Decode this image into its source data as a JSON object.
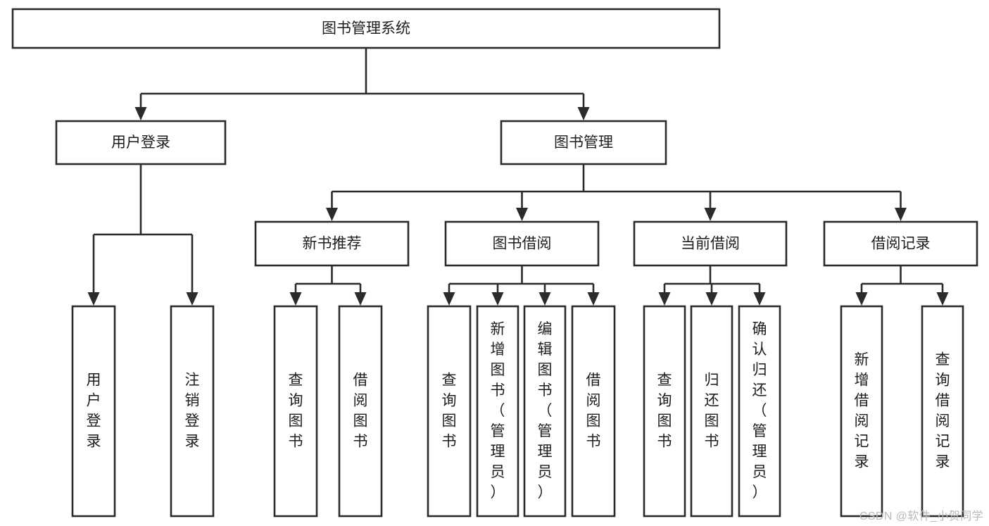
{
  "diagram": {
    "title": "图书管理系统",
    "type": "tree",
    "watermark": "CSDN @软件_小贺同学",
    "colors": {
      "stroke": "#2b2b2b",
      "box_fill": "#ffffff",
      "text": "#1d1d1d",
      "background": "#ffffff",
      "watermark": "#b9b9b9"
    },
    "nodes": {
      "root": {
        "label": "图书管理系统",
        "level": 0,
        "orientation": "horizontal"
      },
      "l1": [
        {
          "id": "user-login",
          "label": "用户登录",
          "level": 1,
          "orientation": "horizontal"
        },
        {
          "id": "book-manage",
          "label": "图书管理",
          "level": 1,
          "orientation": "horizontal"
        }
      ],
      "l2": [
        {
          "id": "new-book-recommend",
          "label": "新书推荐",
          "level": 2,
          "orientation": "horizontal",
          "parent": "book-manage"
        },
        {
          "id": "book-borrow",
          "label": "图书借阅",
          "level": 2,
          "orientation": "horizontal",
          "parent": "book-manage"
        },
        {
          "id": "current-borrow",
          "label": "当前借阅",
          "level": 2,
          "orientation": "horizontal",
          "parent": "book-manage"
        },
        {
          "id": "borrow-record",
          "label": "借阅记录",
          "level": 2,
          "orientation": "horizontal",
          "parent": "book-manage"
        }
      ],
      "leaves": [
        {
          "id": "leaf-user-login",
          "label": "用户登录",
          "parent": "user-login",
          "orientation": "vertical"
        },
        {
          "id": "leaf-user-logout",
          "label": "注销登录",
          "parent": "user-login",
          "orientation": "vertical"
        },
        {
          "id": "leaf-query-book-1",
          "label": "查询图书",
          "parent": "new-book-recommend",
          "orientation": "vertical"
        },
        {
          "id": "leaf-borrow-book-1",
          "label": "借阅图书",
          "parent": "new-book-recommend",
          "orientation": "vertical"
        },
        {
          "id": "leaf-query-book-2",
          "label": "查询图书",
          "parent": "book-borrow",
          "orientation": "vertical"
        },
        {
          "id": "leaf-add-book",
          "label": "新增图书（管理员）",
          "parent": "book-borrow",
          "orientation": "vertical"
        },
        {
          "id": "leaf-edit-book",
          "label": "编辑图书（管理员）",
          "parent": "book-borrow",
          "orientation": "vertical"
        },
        {
          "id": "leaf-borrow-book-2",
          "label": "借阅图书",
          "parent": "book-borrow",
          "orientation": "vertical"
        },
        {
          "id": "leaf-query-book-3",
          "label": "查询图书",
          "parent": "current-borrow",
          "orientation": "vertical"
        },
        {
          "id": "leaf-return-book",
          "label": "归还图书",
          "parent": "current-borrow",
          "orientation": "vertical"
        },
        {
          "id": "leaf-confirm-return",
          "label": "确认归还（管理员）",
          "parent": "current-borrow",
          "orientation": "vertical"
        },
        {
          "id": "leaf-add-record",
          "label": "新增借阅记录",
          "parent": "borrow-record",
          "orientation": "vertical"
        },
        {
          "id": "leaf-query-record",
          "label": "查询借阅记录",
          "parent": "borrow-record",
          "orientation": "vertical"
        }
      ]
    }
  }
}
